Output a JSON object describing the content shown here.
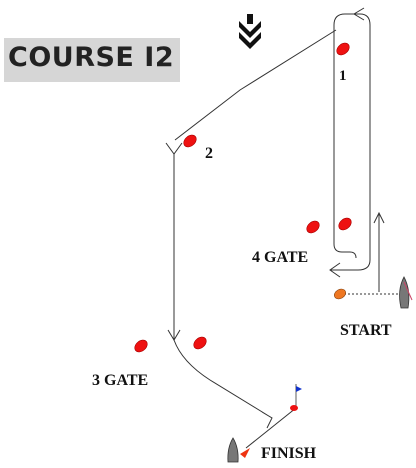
{
  "title": "COURSE I2",
  "labels": {
    "mark_1": "1",
    "mark_2": "2",
    "gate_4": "4 GATE",
    "gate_3": "3 GATE",
    "start": "START",
    "finish": "FINISH"
  },
  "colors": {
    "mark": "#ee1111",
    "course_line": "#333333",
    "title_box": "#d6d6d6",
    "committee_boat": "#777777",
    "start_pin": "#ee7722",
    "finish_flag": "#1133cc",
    "finish_pin_flag": "#ee3311"
  },
  "icons": {
    "wind": "wind-direction-chevrons-icon",
    "committee_boat": "committee-boat-icon",
    "finish_flag": "blue-flag-icon"
  }
}
